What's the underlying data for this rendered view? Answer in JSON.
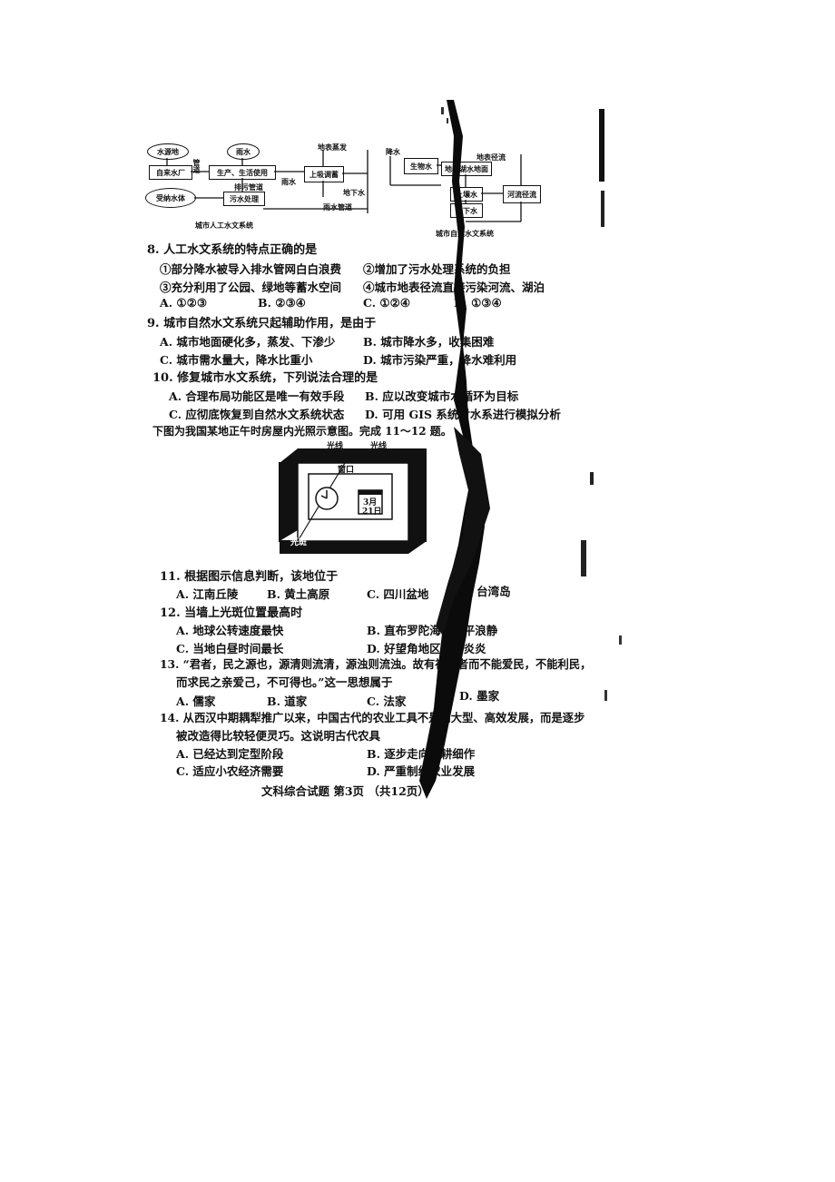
{
  "diagram_left": {
    "nodes": [
      "水源地",
      "自来水厂",
      "管道",
      "生产、生活使用",
      "雨水",
      "地表蒸发",
      "雨水",
      "上吸调蓄",
      "排污管道",
      "污水处理",
      "受纳水体",
      "雨水管道",
      "地下水"
    ],
    "caption": "城市人工水文系统"
  },
  "diagram_right": {
    "nodes": [
      "降水",
      "生物水",
      "地表径流",
      "地表湖水地面",
      "土壤水",
      "地下水",
      "河流径流"
    ],
    "caption": "城市自然水文系统"
  },
  "questions": [
    {
      "stem": "8. 人工水文系统的特点正确的是",
      "options": [
        "①部分降水被导入排水管网白白浪费",
        "②增加了污水处理系统的负担",
        "③充分利用了公园、绿地等蓄水空间",
        "④城市地表径流直接污染河流、湖泊",
        "A. ①②③",
        "B. ②③④",
        "C. ①②④",
        "D. ①③④"
      ]
    },
    {
      "stem": "9. 城市自然水文系统只起辅助作用，是由于",
      "options": [
        "A. 城市地面硬化多，蒸发、下渗少",
        "B. 城市降水多，收集困难",
        "C. 城市需水量大，降水比重小",
        "D. 城市污染严重，降水难利用"
      ]
    },
    {
      "stem": "10. 修复城市水文系统，下列说法合理的是",
      "options": [
        "A. 合理布局功能区是唯一有效手段",
        "B. 应以改变城市水循环为目标",
        "C. 应彻底恢复到自然水文系统状态",
        "D. 可用 GIS 系统对水系进行模拟分析"
      ]
    }
  ],
  "intro": "下图为我国某地正午时房屋内光照示意图。完成 11～12 题。",
  "figure": {
    "label_light1": "光线",
    "label_light2": "光线",
    "label_window": "窗口",
    "label_spot": "光斑",
    "calendar_month": "3月",
    "calendar_day": "21日"
  },
  "questions2": [
    {
      "stem": "11. 根据图示信息判断，该地位于",
      "options": [
        "A. 江南丘陵",
        "B. 黄土高原",
        "C. 四川盆地",
        "D. 台湾岛"
      ]
    },
    {
      "stem": "12. 当墙上光斑位置最高时",
      "options": [
        "A. 地球公转速度最快",
        "B. 直布罗陀海峡风平浪静",
        "C. 当地白昼时间最长",
        "D. 好望角地区烈日炎炎"
      ]
    },
    {
      "stem": "13. “君者，民之源也，源清则流清，源浊则流浊。故有社稷者而不能爱民，不能利民，",
      "stem2": "而求民之亲爱己，不可得也。”这一思想属于",
      "options": [
        "A. 儒家",
        "B. 道家",
        "C. 法家",
        "D. 墨家"
      ]
    },
    {
      "stem": "14. 从西汉中期耦犁推广以来，中国古代的农业工具不是向大型、高效发展，而是逐步",
      "stem2": "被改造得比较轻便灵巧。这说明古代农具",
      "options": [
        "A. 已经达到定型阶段",
        "B. 逐步走向精耕细作",
        "C. 适应小农经济需要",
        "D. 严重制约农业发展"
      ]
    }
  ],
  "footer": "文科综合试题  第3页  （共12页）"
}
